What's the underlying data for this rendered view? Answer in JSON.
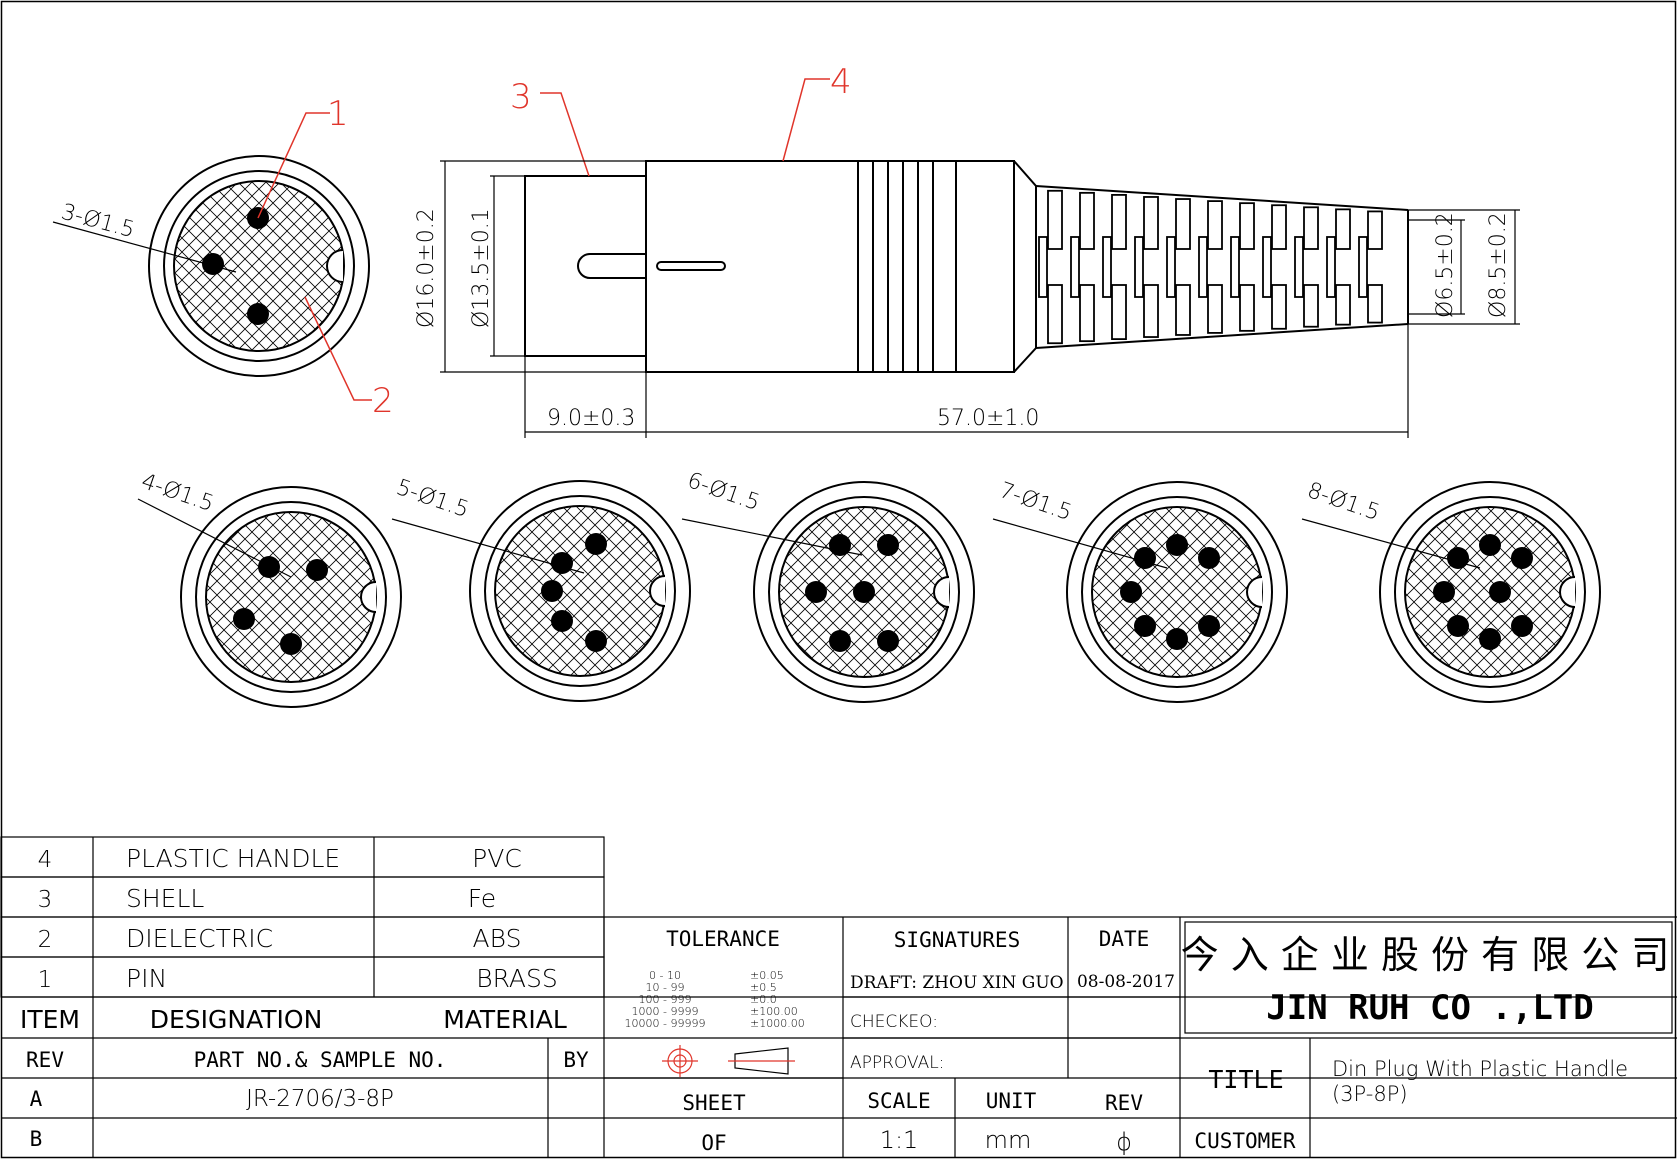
{
  "balloons": [
    "1",
    "2",
    "3",
    "4"
  ],
  "pin_callouts": [
    "3-Ø1.5",
    "4-Ø1.5",
    "5-Ø1.5",
    "6-Ø1.5",
    "7-Ø1.5",
    "8-Ø1.5"
  ],
  "dimensions": {
    "d16": "Ø16.0±0.2",
    "d135": "Ø13.5±0.1",
    "d65": "Ø6.5±0.2",
    "d85": "Ø8.5±0.2",
    "l9": "9.0±0.3",
    "l57": "57.0±1.0"
  },
  "bom": {
    "rows": [
      {
        "item": "4",
        "designation": "PLASTIC  HANDLE",
        "material": "PVC"
      },
      {
        "item": "3",
        "designation": "SHELL",
        "material": "Fe"
      },
      {
        "item": "2",
        "designation": "DIELECTRIC",
        "material": "ABS"
      },
      {
        "item": "1",
        "designation": "PIN",
        "material": "BRASS"
      }
    ],
    "header": {
      "item": "ITEM",
      "designation": "DESIGNATION",
      "material": "MATERIAL"
    }
  },
  "revision": {
    "header": {
      "rev": "REV",
      "part": "PART NO.& SAMPLE NO.",
      "by": "BY"
    },
    "rows": [
      {
        "rev": "A",
        "part": "JR-2706/3-8P",
        "by": ""
      },
      {
        "rev": "B",
        "part": "",
        "by": ""
      }
    ]
  },
  "tolerance": {
    "title": "TOLERANCE",
    "ranges": [
      "0  -  10",
      "10  -  99",
      "100  -  999",
      "1000  -  9999",
      "10000  -  99999"
    ],
    "values": [
      "±0.05",
      "±0.5",
      "±0.0",
      "±100.00",
      "±1000.00"
    ],
    "projection_icons": [
      "crosshair-circle-icon",
      "tapered-cone-icon"
    ]
  },
  "signatures": {
    "title": "SIGNATURES",
    "date_title": "DATE",
    "draft": "DRAFT: ZHOU  XIN  GUO",
    "draft_date": "08-08-2017",
    "checked": "CHECKEO:",
    "approval": "APPROVAL:"
  },
  "sheet": {
    "sheet_label": "SHEET",
    "of_label": "OF",
    "scale_label": "SCALE",
    "unit_label": "UNIT",
    "rev_label": "REV",
    "scale": "1:1",
    "unit": "mm",
    "rev": "ϕ"
  },
  "company": {
    "chinese": "今 入 企 业 股 份 有 限 公 司",
    "english": "JIN  RUH  CO .,LTD"
  },
  "title_block": {
    "title_label": "TITLE",
    "title_line1": "Din  Plug  With  Plastic  Handle",
    "title_line2": "(3P-8P)",
    "customer_label": "CUSTOMER"
  },
  "colors": {
    "line": "#000000",
    "callout": "#e0352b",
    "background": "#ffffff"
  }
}
